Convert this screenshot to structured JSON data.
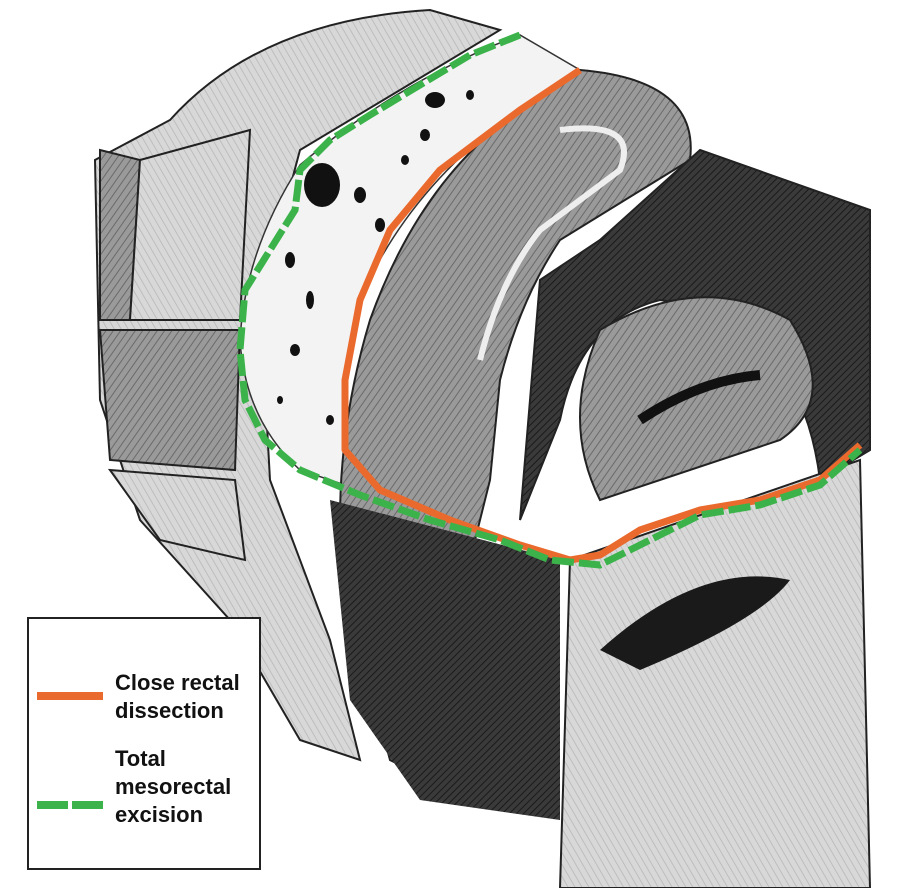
{
  "colors": {
    "close_rectal": "#ea6a2e",
    "tme": "#3bb34a"
  },
  "legend": {
    "items": [
      {
        "label_line1": "Close rectal",
        "label_line2": "dissection",
        "style": "solid"
      },
      {
        "label_line1": "Total",
        "label_line2": "mesorectal",
        "label_line3": "excision",
        "style": "dashed"
      }
    ]
  }
}
